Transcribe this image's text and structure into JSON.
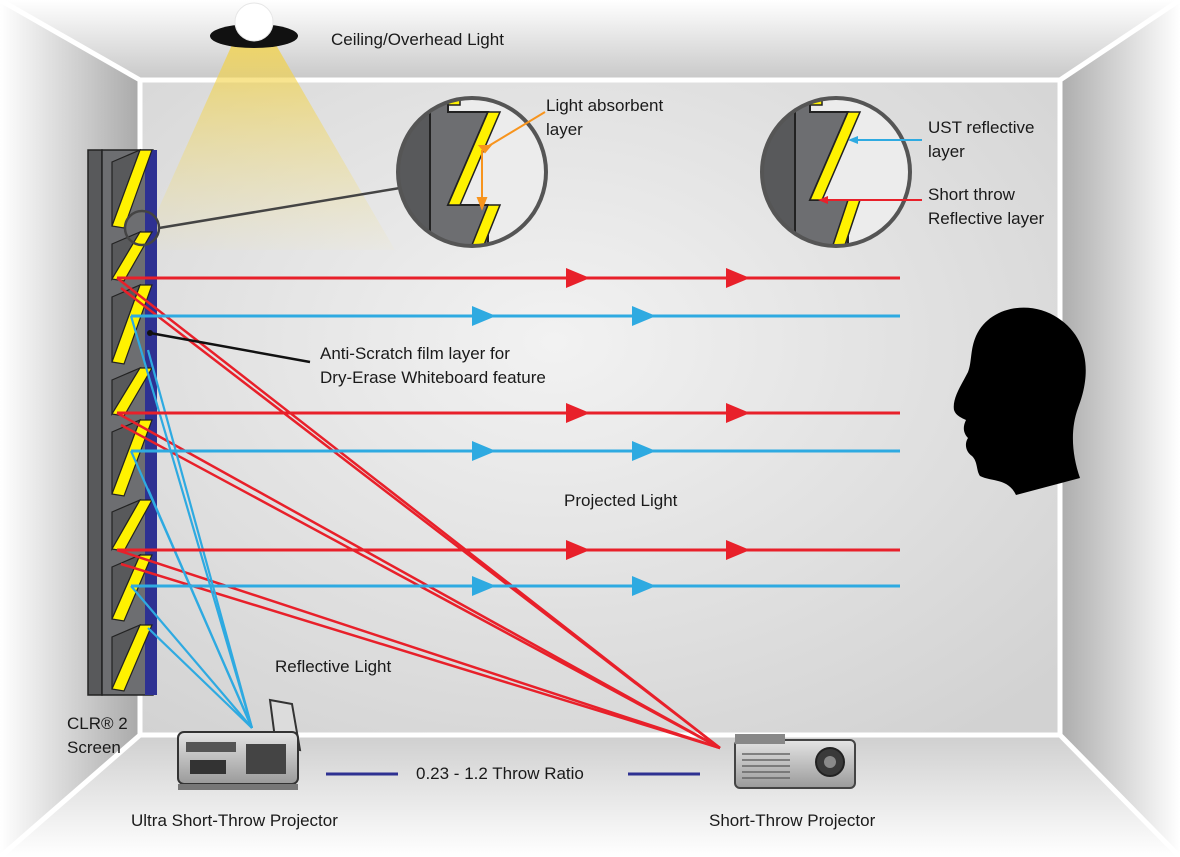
{
  "labels": {
    "ceiling_light": "Ceiling/Overhead Light",
    "light_absorbent": [
      "Light absorbent",
      "layer"
    ],
    "ust_reflective": [
      "UST reflective",
      "layer"
    ],
    "short_throw_reflective": [
      "Short throw",
      "Reflective layer"
    ],
    "anti_scratch": [
      "Anti-Scratch film layer for",
      "Dry-Erase Whiteboard feature"
    ],
    "projected_light": "Projected Light",
    "reflective_light": "Reflective Light",
    "screen": [
      "CLR® 2",
      "Screen"
    ],
    "throw_ratio": "0.23 - 1.2 Throw Ratio",
    "ust_projector": "Ultra Short-Throw Projector",
    "st_projector": "Short-Throw Projector"
  },
  "colors": {
    "red_ray": "#e8202a",
    "blue_ray": "#2eaae1",
    "screen_film": "#2e3192",
    "reflective_layer": "#fff200",
    "absorbent_layer": "#6d6e71",
    "orange_pointer": "#f7941d",
    "light_cone": "#f6d65a",
    "wall": "#dcdcdc"
  },
  "icons": {
    "lamp": "ceiling-lamp-icon",
    "head": "viewer-head-icon",
    "ust_projector": "ust-projector-icon",
    "st_projector": "short-throw-projector-icon"
  }
}
